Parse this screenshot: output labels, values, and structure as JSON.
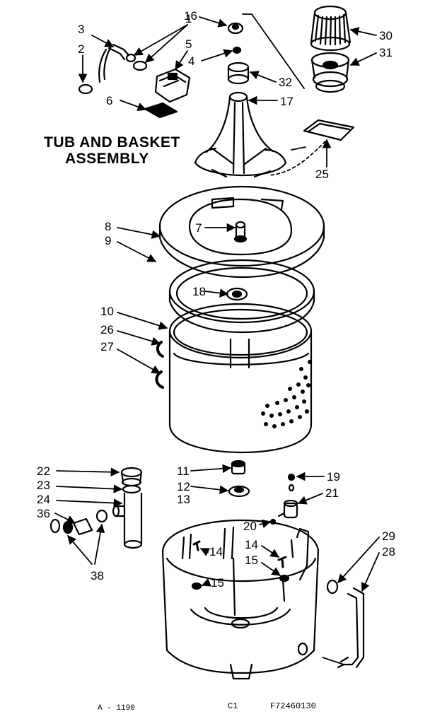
{
  "title": {
    "line1": "TUB AND BASKET",
    "line2": "ASSEMBLY"
  },
  "callouts": {
    "c1": "1",
    "c2": "2",
    "c3": "3",
    "c4": "4",
    "c5": "5",
    "c6": "6",
    "c7": "7",
    "c8": "8",
    "c9": "9",
    "c10": "10",
    "c11": "11",
    "c12": "12",
    "c13": "13",
    "c14a": "14",
    "c14b": "14",
    "c15a": "15",
    "c15b": "15",
    "c16": "16",
    "c17": "17",
    "c18": "18",
    "c19": "19",
    "c20": "20",
    "c21": "21",
    "c22": "22",
    "c23": "23",
    "c24": "24",
    "c25": "25",
    "c26": "26",
    "c27": "27",
    "c28": "28",
    "c29": "29",
    "c30": "30",
    "c31": "31",
    "c32": "32",
    "c36": "36",
    "c38": "38"
  },
  "footer": {
    "left": "A - 1190",
    "code": "C1",
    "part_number": "F72460130"
  }
}
